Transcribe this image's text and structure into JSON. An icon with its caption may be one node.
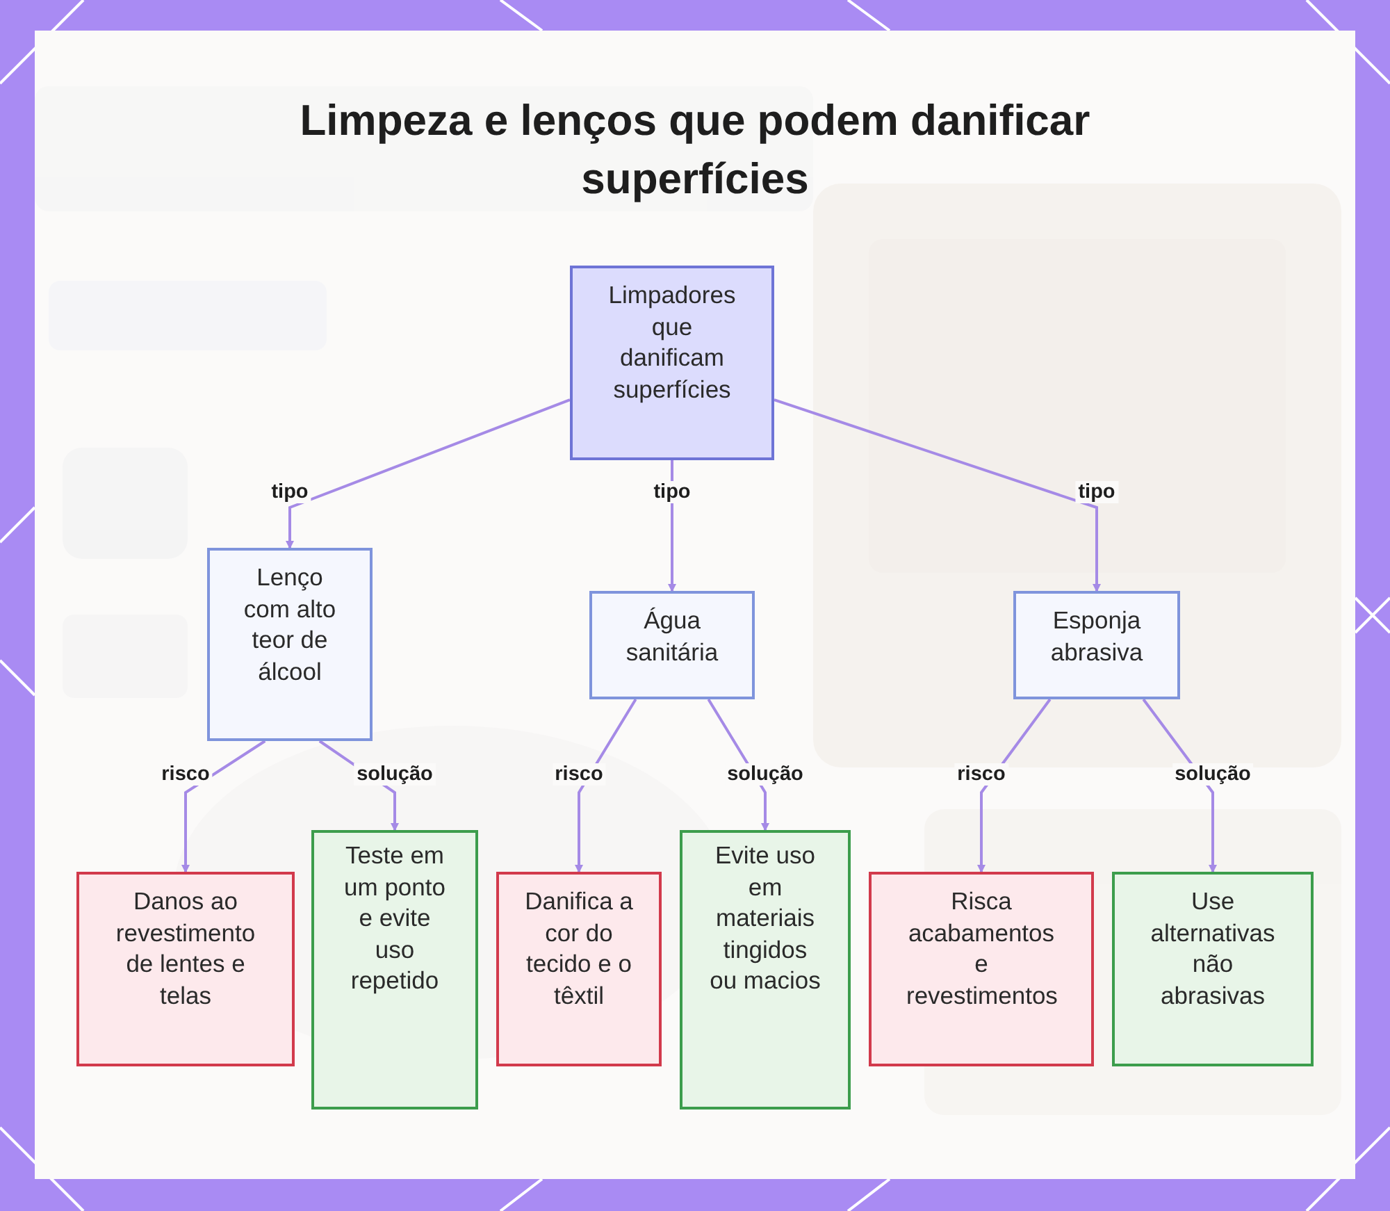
{
  "diagram": {
    "title": "Limpeza e lenços que podem danificar superfícies",
    "nodes": [
      {
        "text": [
          "Limpadores que danificam superfícies"
        ]
      },
      {
        "text": [
          "Lenço com alto teor de álcool"
        ]
      },
      {
        "text": [
          "Água sanitária"
        ]
      },
      {
        "text": [
          "Esponja abrasiva"
        ]
      },
      {
        "text": [
          "Danos ao revestimento de lentes e telas"
        ]
      },
      {
        "text": [
          "Teste em um ponto e evite uso repetido"
        ]
      },
      {
        "text": [
          "Danifica a cor do tecido e o têxtil"
        ]
      },
      {
        "text": [
          "Evite uso em materiais tingidos ou macios"
        ]
      },
      {
        "text": [
          "Risca acabamentos e revestimentos"
        ]
      },
      {
        "text": [
          "Use alternativas não abrasivas"
        ]
      }
    ],
    "edges": [
      {
        "from": 0,
        "to": 1,
        "arrow": "to",
        "label": "tipo"
      },
      {
        "from": 0,
        "to": 2,
        "arrow": "to",
        "label": "tipo"
      },
      {
        "from": 0,
        "to": 3,
        "arrow": "to",
        "label": "tipo"
      },
      {
        "from": 1,
        "to": 4,
        "arrow": "to",
        "label": "risco"
      },
      {
        "from": 1,
        "to": 5,
        "arrow": "to",
        "label": "solução"
      },
      {
        "from": 2,
        "to": 6,
        "arrow": "to",
        "label": "risco"
      },
      {
        "from": 2,
        "to": 7,
        "arrow": "to",
        "label": "solução"
      },
      {
        "from": 3,
        "to": 8,
        "arrow": "to",
        "label": "risco"
      },
      {
        "from": 3,
        "to": 9,
        "arrow": "to",
        "label": "solução"
      }
    ]
  }
}
